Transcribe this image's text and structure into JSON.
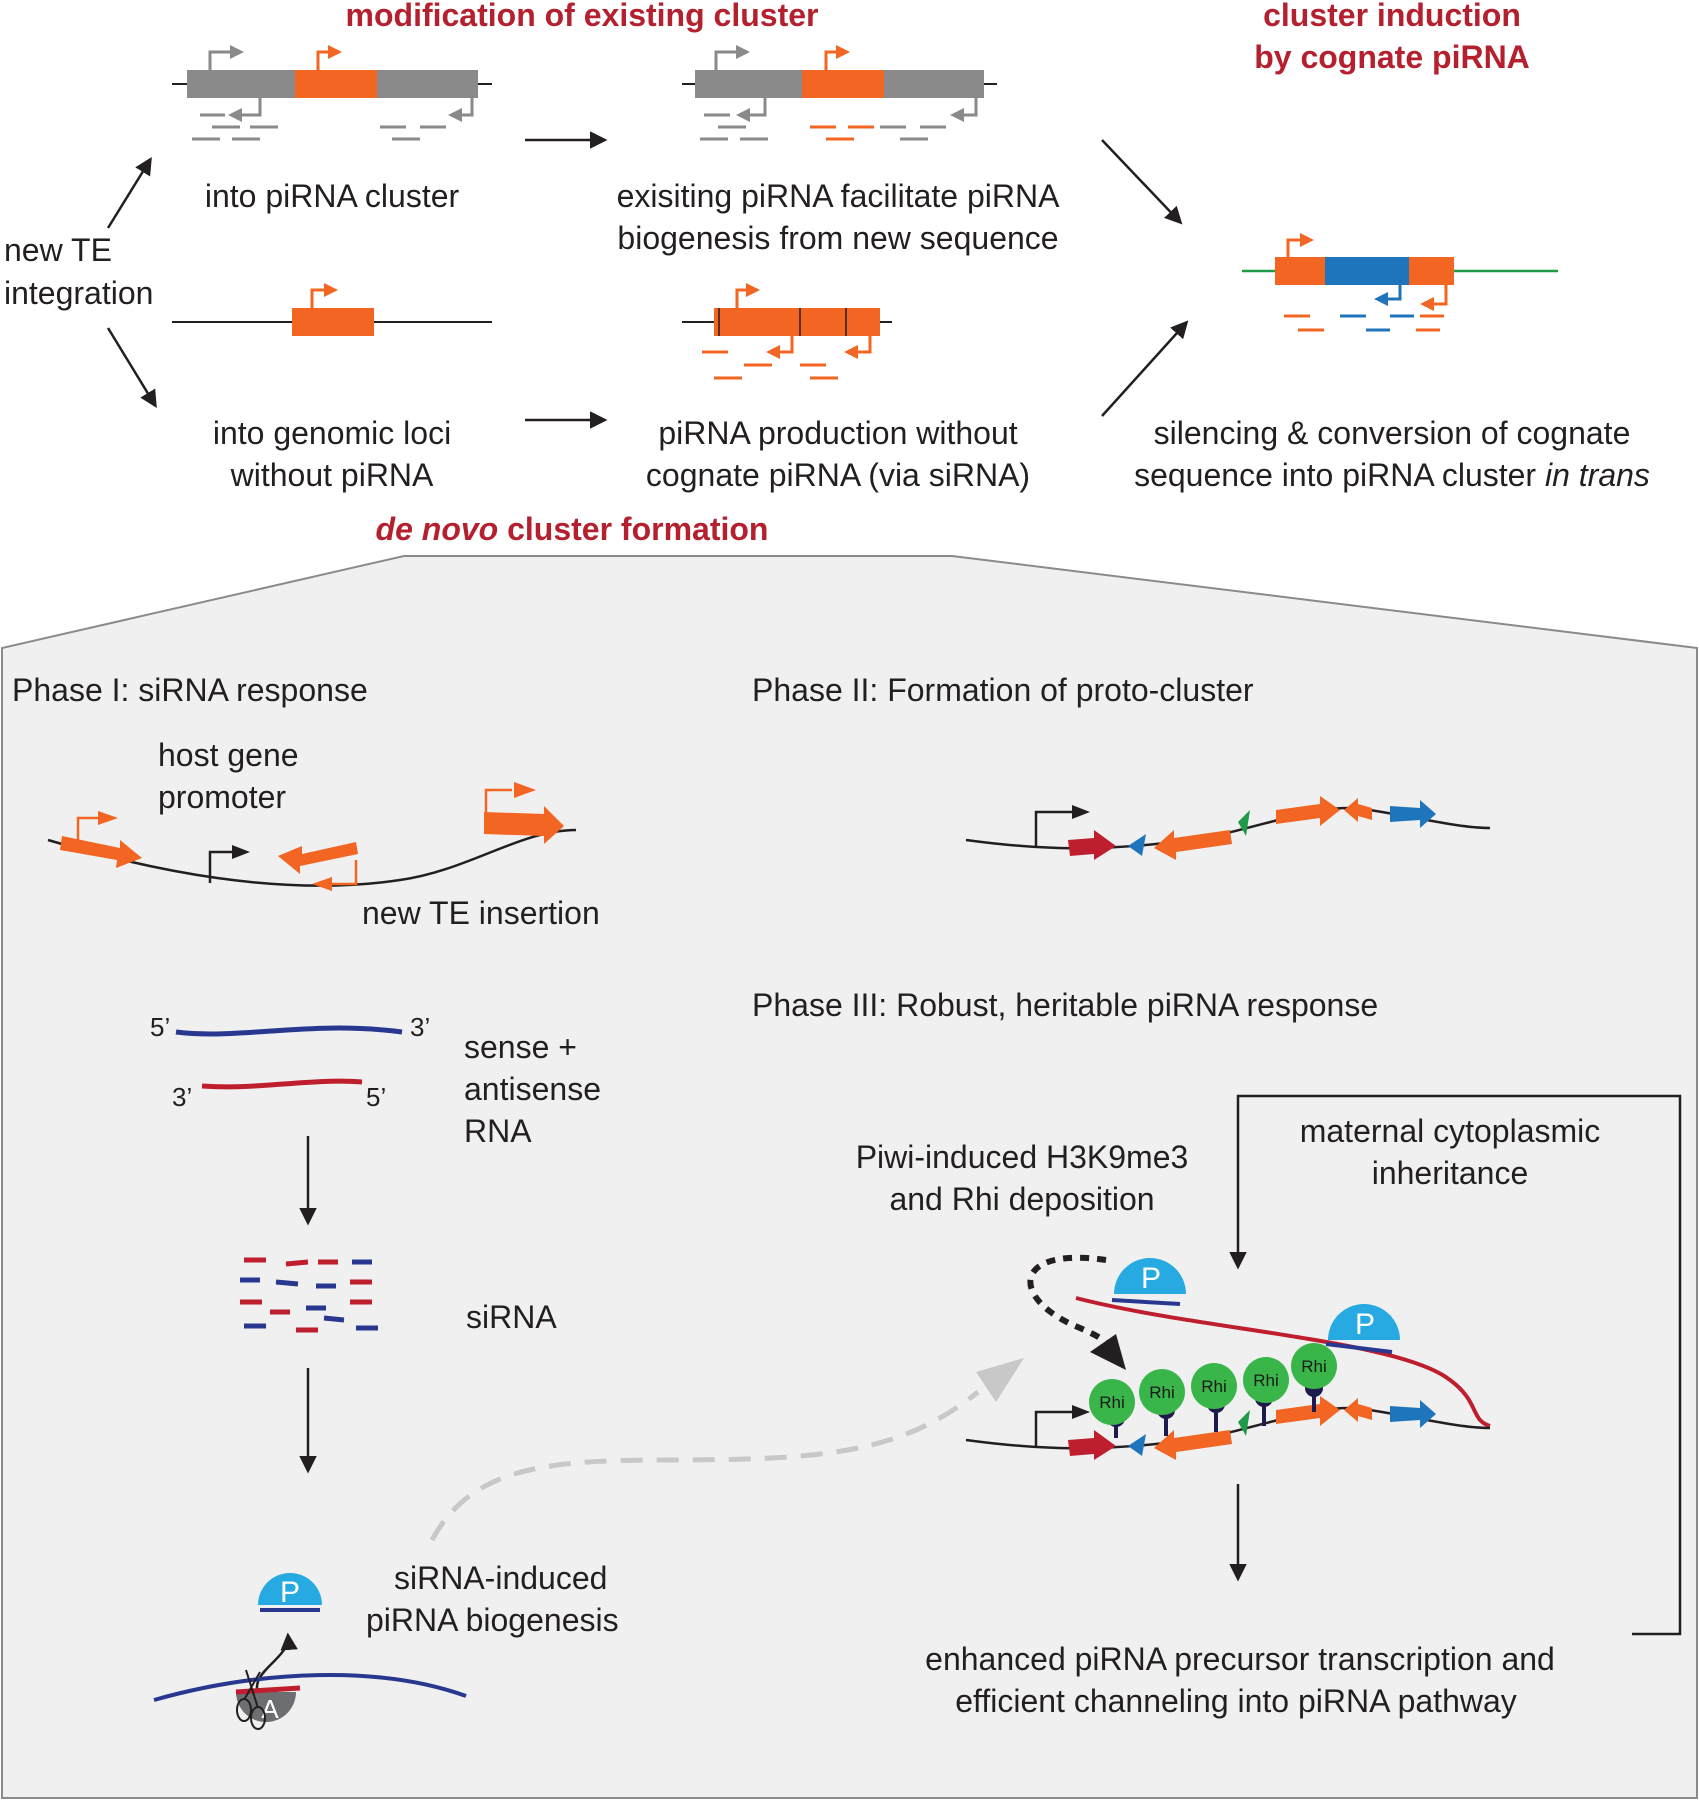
{
  "headers": {
    "modification": "modification of existing cluster",
    "induction_1": "cluster induction",
    "induction_2": "by cognate piRNA",
    "denovo_italic": "de novo",
    "denovo_rest": " cluster formation"
  },
  "top": {
    "new_te_1": "new TE",
    "new_te_2": "integration",
    "into_cluster": "into piRNA cluster",
    "existing_1": "exisiting piRNA facilitate piRNA",
    "existing_2": "biogenesis from new sequence",
    "into_genomic_1": "into genomic loci",
    "into_genomic_2": "without piRNA",
    "production_1": "piRNA production without",
    "production_2": "cognate piRNA (via siRNA)",
    "silencing_1": "silencing & conversion of cognate",
    "silencing_2": "sequence into piRNA cluster ",
    "silencing_italic": "in trans"
  },
  "phase1": {
    "title": "Phase I: siRNA response",
    "host_1": "host gene",
    "host_2": "promoter",
    "new_te_insertion": "new TE insertion",
    "five_prime": "5’",
    "three_prime": "3’",
    "sense_1": "sense +",
    "sense_2": "antisense",
    "sense_3": "RNA",
    "sirna": "siRNA",
    "induced_1": "siRNA-induced",
    "induced_2": "piRNA biogenesis",
    "ago_letter": "A"
  },
  "phase2": {
    "title": "Phase II: Formation of  proto-cluster"
  },
  "phase3": {
    "title": "Phase III: Robust, heritable piRNA response",
    "piwi_1": "Piwi-induced H3K9me3",
    "piwi_2": "and Rhi deposition",
    "maternal_1": "maternal cytoplasmic",
    "maternal_2": "inheritance",
    "enhanced_1": "enhanced piRNA precursor transcription and",
    "enhanced_2": "efficient channeling into piRNA pathway",
    "rhi_label": "Rhi",
    "piwi_letter": "P"
  },
  "colors": {
    "te_orange": "#f26522",
    "cluster_grey": "#8a8a8a",
    "header_red": "#b5202e",
    "te_blue": "#1f75bc",
    "rhi_green": "#3ab54a",
    "piwi_cyan": "#27aae1",
    "sense_navy": "#283891",
    "antisense_red": "#be1e2d",
    "genome_green": "#1e9a48",
    "panel_bg": "#eff0ef"
  }
}
